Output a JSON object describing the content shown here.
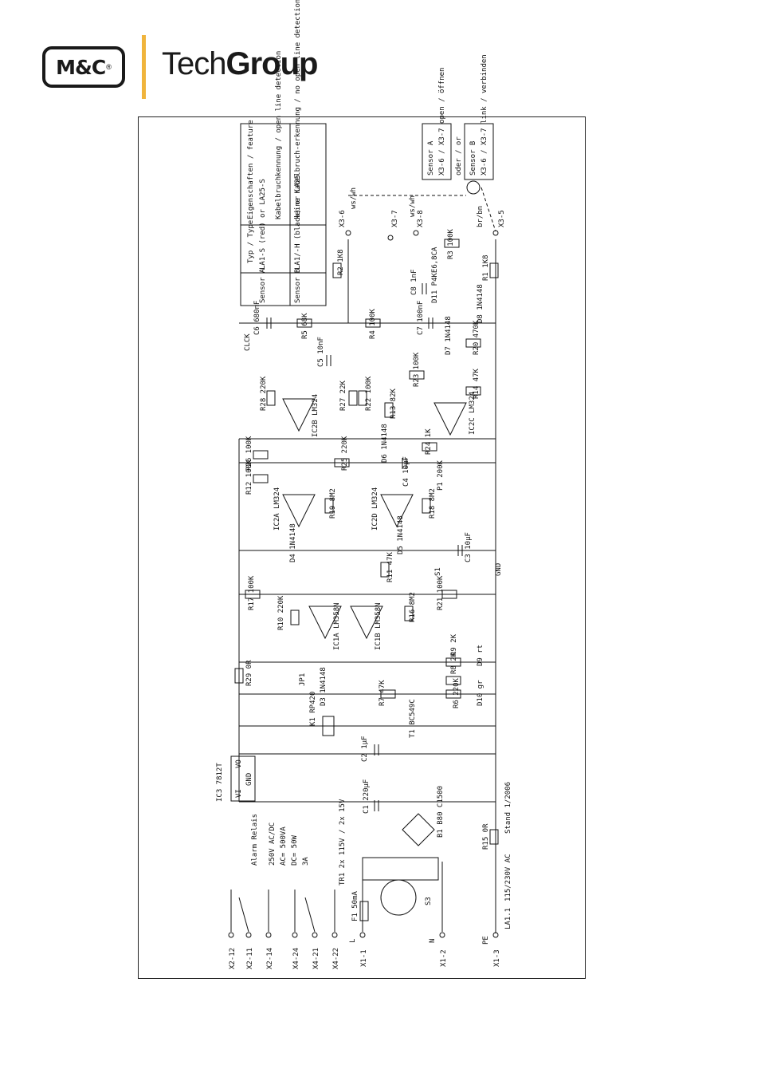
{
  "header": {
    "logo_text": "M&C",
    "logo_registered": "®",
    "brand_light": "Tech",
    "brand_bold": "Group",
    "accent_color": "#f0b43c"
  },
  "table": {
    "header": [
      "Typ / Type",
      "Eigenschaften / feature"
    ],
    "rows": [
      {
        "sensor": "Sensor A",
        "type": "LA1-S (red) or LA25-S",
        "feature": "Kabelbruchkennung / open line detection"
      },
      {
        "sensor": "Sensor B",
        "type": "LA1/-H (black) or LA25",
        "feature": "keine Kabelbruch-erkennung / no open line detection"
      }
    ]
  },
  "sensors": {
    "a_title": "Sensor A",
    "a_desc": "X3-6 / X3-7 open / öffnen",
    "oder": "oder / or",
    "b_title": "Sensor B",
    "b_desc": "X3-6 / X3-7 link / verbinden"
  },
  "terminals": {
    "x3_6": "X3-6",
    "x3_7": "X3-7",
    "x3_8": "X3-8",
    "x3_5": "X3-5",
    "ws_wh": "ws/wh",
    "br_bn": "br/bn",
    "x2_12": "X2-12",
    "x2_11": "X2-11",
    "x2_14": "X2-14",
    "x4_24": "X4-24",
    "x4_21": "X4-21",
    "x4_22": "X4-22",
    "x1_1": "X1-1",
    "x1_2": "X1-2",
    "x1_3": "X1-3",
    "L": "L",
    "N": "N",
    "PE": "PE"
  },
  "components": {
    "r1": "R1 1K8",
    "r2": "R2 1K8",
    "r3": "R3 100K",
    "r4": "R4 100K",
    "r5": "R5 68K",
    "r6": "R6 220K",
    "r7": "R7 47K",
    "r8": "R8 2K",
    "r9": "R9 2K",
    "r10": "R10 220K",
    "r11": "R11 47K",
    "r12": "R12 100K",
    "r13": "R13 82K",
    "r14": "R14 47K",
    "r15": "R15 0R",
    "r16": "R16 8M2",
    "r17": "R17 100K",
    "r18": "R18 8M2",
    "r19": "R19 8M2",
    "r20": "R20 470K",
    "r21": "R21 100K",
    "r22": "R22 100K",
    "r23": "R23 100K",
    "r24": "R24 1K",
    "r25": "R25 220K",
    "r26": "R26 100K",
    "r27": "R27 22K",
    "r28": "R28 220K",
    "r29": "R29 0R",
    "c1": "C1 220µF",
    "c2": "C2 1µF",
    "c3": "C3 10µF",
    "c4": "C4 10µF",
    "c5": "C5 10nF",
    "c6": "C6 680nF",
    "c7": "C7 100nF",
    "c8": "C8 1nF",
    "d3": "D3 1N4148",
    "d4": "D4 1N4148",
    "d5": "D5 1N4148",
    "d6": "D6 1N4148",
    "d7": "D7 1N4148",
    "d8": "D8 1N4148",
    "d9": "D9 rt",
    "d10": "D10 gr",
    "d11": "D11 P4KE6,8CA",
    "ic1a": "IC1A LM358N",
    "ic1b": "IC1B LM358N",
    "ic2a": "IC2A LM324",
    "ic2b": "IC2B LM324",
    "ic2c": "IC2C LM324",
    "ic2d": "IC2D LM324",
    "ic3": "IC3 7812T",
    "k1": "K1 RP420",
    "t1": "T1 BC549C",
    "p1": "P1 200K",
    "jp1": "JP1",
    "s1": "S1",
    "s3": "S3",
    "b1": "B1 B80 C1500",
    "tr1": "TR1 2x 115V / 2x 15V",
    "f1": "F1 50mA",
    "gnd": "GND",
    "clck": "CLCK",
    "vi": "VI",
    "vo": "VO",
    "gnd_pin": "GND"
  },
  "relay": {
    "title": "Alarm Relais",
    "lines": [
      "250V AC/DC",
      "AC= 500VA",
      "DC= 50W",
      "3A"
    ]
  },
  "footer": {
    "model": "LA1.1",
    "supply": "115/230V AC",
    "stand": "Stand 1/2006"
  }
}
